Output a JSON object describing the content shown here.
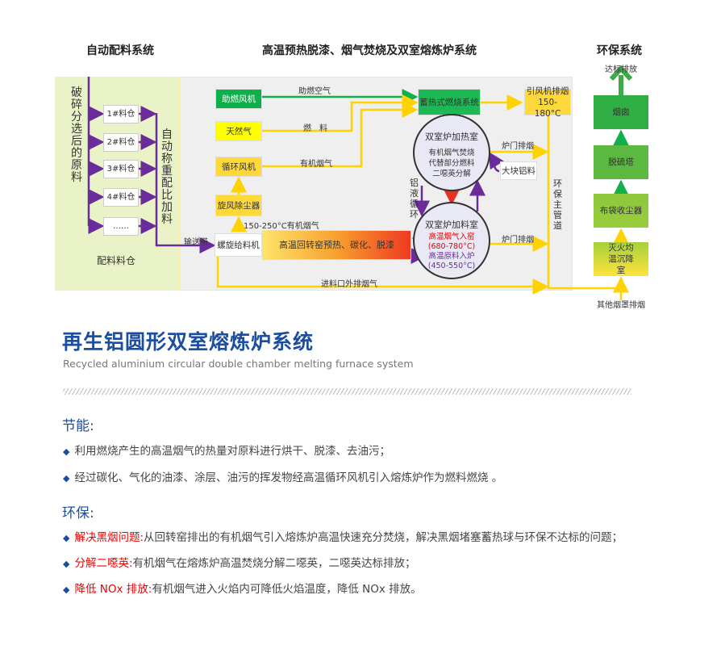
{
  "section_titles": {
    "batching": "自动配料系统",
    "furnace": "高温预热脱漆、烟气焚烧及双室熔炼炉系统",
    "environment": "环保系统"
  },
  "batching": {
    "raw_material": "破碎分选后的原料",
    "bins": [
      "1#料仓",
      "2#料仓",
      "3#料仓",
      "4#料仓",
      "……"
    ],
    "weighing": "自动称重配比加料",
    "bin_area": "配料料仓",
    "conveyor": "输送带"
  },
  "furnace": {
    "combustion_fan": "助燃风机",
    "natural_gas": "天然气",
    "circulation_fan": "循环风机",
    "cyclone": "旋风除尘器",
    "screw_feeder": "螺旋给料机",
    "kiln": "高温回转窑预热、碳化、脱漆",
    "regenerative": "蓄热式燃烧系统",
    "induced_fan": "引风机排烟",
    "induced_fan_temp": "150-180°C",
    "combustion_air": "助燃空气",
    "fuel": "燃　料",
    "organic_gas": "有机烟气",
    "kiln_gas": "150-250°C有机烟气",
    "feed_exhaust": "进料口外排烟气",
    "heating_chamber": {
      "title": "双室炉加热室",
      "lines": [
        "有机烟气焚烧",
        "代替部分燃料",
        "二噁英分解"
      ]
    },
    "charging_chamber": {
      "title": "双室炉加料室",
      "hot_gas": "高温烟气入窑",
      "hot_gas_temp": "(680-780°C)",
      "hot_material": "高温原料入炉",
      "hot_material_temp": "(450-550°C)"
    },
    "al_circulation": "铝液循环",
    "door_exhaust_top": "炉门排烟",
    "door_exhaust_bottom": "炉门排烟",
    "bulk_al": "大块铝料",
    "main_duct": "环保主管道"
  },
  "environment": {
    "discharge": "达标排放",
    "chimney": "烟囱",
    "desulfurization": "脱硫塔",
    "bag_filter": "布袋收尘器",
    "settling": "灭火均温沉降室",
    "other_exhaust": "其他烟罩排烟"
  },
  "title": "再生铝圆形双室熔炼炉系统",
  "subtitle": "Recycled aluminium circular double chamber melting furnace system",
  "energy": {
    "heading": "节能:",
    "items": [
      "利用燃烧产生的高温烟气的热量对原料进行烘干、脱漆、去油污；",
      "经过碳化、气化的油漆、涂层、油污的挥发物经高温循环风机引入熔炼炉作为燃料燃烧 。"
    ]
  },
  "env": {
    "heading": "环保:",
    "items": [
      {
        "key": "解决黑烟问题:",
        "text": "从回转窑排出的有机烟气引入熔炼炉高温快速充分焚烧，解决黑烟堵塞蓄热球与环保不达标的问题；"
      },
      {
        "key": "分解二噁英:",
        "text": "有机烟气在熔炼炉高温焚烧分解二噁英，二噁英达标排放；"
      },
      {
        "key": "降低 NOx 排放:",
        "text": "有机烟气进入火焰内可降低火焰温度，降低 NOx 排放。"
      }
    ]
  },
  "colors": {
    "blue": "#1b4da0",
    "purple": "#6a2c9a",
    "yellow": "#ffd200",
    "green": "#12b04a",
    "red": "#e00000"
  }
}
